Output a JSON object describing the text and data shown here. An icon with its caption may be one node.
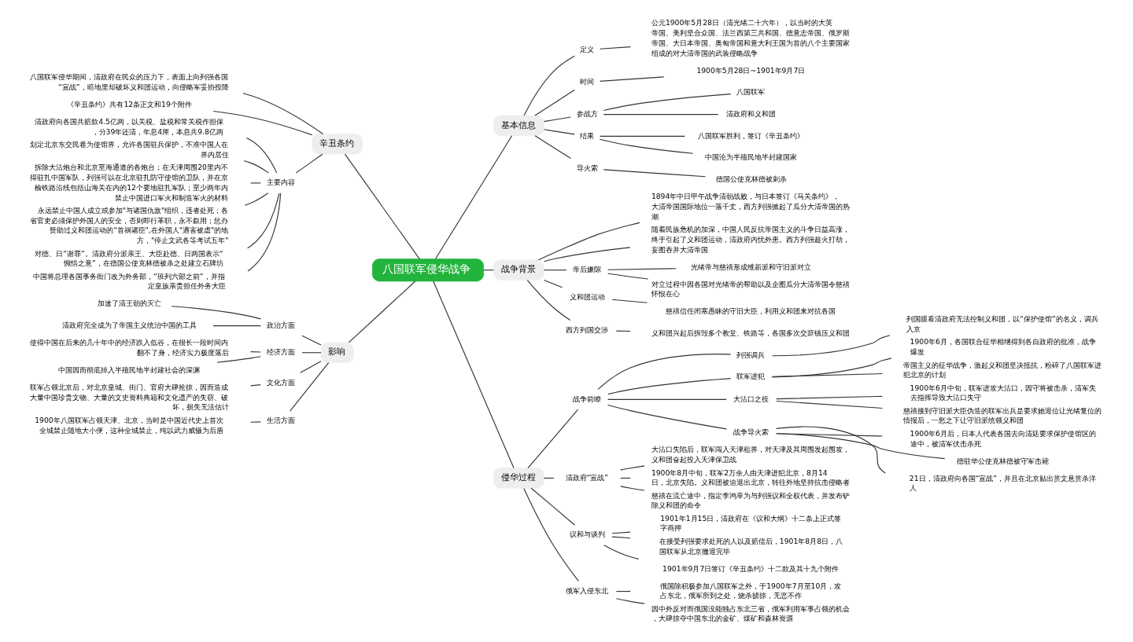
{
  "diagram": {
    "nodes": [
      {
        "text": [
          "八国联军侵华战争"
        ]
      },
      {
        "text": [
          "基本信息"
        ]
      },
      {
        "text": [
          "定义"
        ]
      },
      {
        "text": [
          "公元1900年5月28日（清光绪二十六年），以当时的大英帝国、美利坚合众国、法兰西第三共和国、德意志帝国、俄罗斯帝国、大日本帝国、奥匈帝国和意大利王国为首的八个主要国家组成的对大清帝国的武装侵略战争"
        ]
      },
      {
        "text": [
          "时间"
        ]
      },
      {
        "text": [
          "1900年5月28日~1901年9月7日"
        ]
      },
      {
        "text": [
          "参战方"
        ]
      },
      {
        "text": [
          "八国联军"
        ]
      },
      {
        "text": [
          "清政府和义和团"
        ]
      },
      {
        "text": [
          "结果"
        ]
      },
      {
        "text": [
          "八国联军胜利，签订《辛丑条约》"
        ]
      },
      {
        "text": [
          "中国沦为半殖民地半封建国家"
        ]
      },
      {
        "text": [
          "导火索"
        ]
      },
      {
        "text": [
          "德国公使克林德被刺杀"
        ]
      },
      {
        "text": [
          "战争背景"
        ]
      },
      {
        "text": [
          "1894年中日甲午战争清朝战败，与日本签订《马关条约》，大清帝国国际地位一落千丈，西方列强掀起了瓜分大清帝国的热潮"
        ]
      },
      {
        "text": [
          "随着民族危机的加深，中国人民反抗帝国主义的斗争日益高涨，终于引起了义和团运动，清政府内忧外患。西方列强趁火打劫，妄图吞并大清帝国"
        ]
      },
      {
        "text": [
          "帝后嫌隙"
        ]
      },
      {
        "text": [
          "光绪帝与慈禧形成维新派和守旧派对立"
        ]
      },
      {
        "text": [
          "对立过程中因各国对光绪帝的帮助以及企图瓜分大清帝国令慈禧怀恨在心"
        ]
      },
      {
        "text": [
          "义和团运动"
        ]
      },
      {
        "text": [
          "慈禧信任闭塞愚昧的守旧大臣，利用义和团来对抗各国"
        ]
      },
      {
        "text": [
          "西方列国交涉"
        ]
      },
      {
        "text": [
          "义和团兴起后拆毁多个教堂、铁路等，各国多次交辞镇压义和团"
        ]
      },
      {
        "text": [
          "侵华过程"
        ]
      },
      {
        "text": [
          "战争前瞭"
        ]
      },
      {
        "text": [
          "列强调兵"
        ]
      },
      {
        "text": [
          "列国眼看清政府无法控制义和团，以“保护使馆”的名义，调兵入京"
        ]
      },
      {
        "text": [
          "联军进犯"
        ]
      },
      {
        "text": [
          "1900年6月，各国联合征华相继得到各自政府的批准，战争爆发"
        ]
      },
      {
        "text": [
          "帝国主义的征华战争，激起义和团坚决抵抗，粉碎了八国联军进犯北京的计划"
        ]
      },
      {
        "text": [
          "大沽口之役"
        ]
      },
      {
        "text": [
          "1900年6月中旬，联军进攻大沽口，因守将被击杀，清军失去指挥导致大沽口失守"
        ]
      },
      {
        "text": [
          "慈禧接到守旧派大臣伪造的联军出兵是要求她退位让光绪复位的情报后，一怒之下让守旧派统领义和团"
        ]
      },
      {
        "text": [
          "战争导火索"
        ]
      },
      {
        "text": [
          "1900年6月后，日本人代表各国去向清廷要求保护使馆区的途中，被清军伏击杀死"
        ]
      },
      {
        "text": [
          "德驻华公使克林德被守军击毙"
        ]
      },
      {
        "text": [
          "21日，清政府向各国“宣战”，并且在北京贴出赏文悬赏杀洋人"
        ]
      },
      {
        "text": [
          "清政府“宣战”"
        ]
      },
      {
        "text": [
          "大沽口失陷后，联军闯入天津租界，对天津及其周围发起围攻，义和团奋起投入天津保卫战"
        ]
      },
      {
        "text": [
          "1900年8月中旬，联军2万余人由天津进犯北京，8月14日，北京失陷。义和团被迫退出北京，转往外地坚持抗击侵略者"
        ]
      },
      {
        "text": [
          "慈禧在流亡途中，指定李鸿章为与列强议和全权代表，并发布铲除义和团的命令"
        ]
      },
      {
        "text": [
          "议和与谈判"
        ]
      },
      {
        "text": [
          "1901年1月15日，清政府在《议和大纲》十二条上正式签字画押"
        ]
      },
      {
        "text": [
          "在接受列强要求处死的人以及赔偿后，1901年8月8日，八国联军从北京撤退完毕"
        ]
      },
      {
        "text": [
          "1901年9月7日签订《辛丑条约》十二款及其十九个附件"
        ]
      },
      {
        "text": [
          "俄军入侵东北"
        ]
      },
      {
        "text": [
          "俄国除积极参加八国联军之外，于1900年7月至10月，攻占东北，俄军所到之处，烧杀掳掠，无恶不作"
        ]
      },
      {
        "text": [
          "因中外反对而俄国没能独占东北三省，俄军利用军事占领的机会，大肆掠夺中国东北的金矿、煤矿和森林资源"
        ]
      },
      {
        "text": [
          "辛丑条约"
        ]
      },
      {
        "text": [
          "八国联军侵华期间，清政府在民众的压力下，表面上向列强各国“宣战”，暗地里却破坏义和团运动，向侵略军妥协投降"
        ]
      },
      {
        "text": [
          "《辛丑条约》共有12条正文和19个附件"
        ]
      },
      {
        "text": [
          "主要内容"
        ]
      },
      {
        "text": [
          "清政府向各国共赔款4.5亿两，以关税、盐税和常关税作担保，分39年还清，年息4厘，本息共9.8亿两"
        ]
      },
      {
        "text": [
          "划定北京东交民巷为使馆界，允许各国驻兵保护，不准中国人在界内居住"
        ]
      },
      {
        "text": [
          "拆除大沽炮台和北京至海通道的各炮台；在天津周围20里内不得驻扎中国军队，列强可以在北京驻扎防守使馆的卫队，并在京榆铁路沿线包括山海关在内的12个要地驻扎军队；至少两年内禁止中国进口军火和制造军火的材料"
        ]
      },
      {
        "text": [
          "永远禁止中国人成立或参加\"与诸国仇敌\"组织，违者处死；各省官吏必须保护外国人的安全，否则即行革职，永不叙用；惩办赞助过义和团运动的\"首祸诸臣\",在外国人\"遇害被虐\"的地方，\"停止文武各等考试五年\""
        ]
      },
      {
        "text": [
          "对德、日“谢罪”。清政府分派亲王、大臣赴德、日两国表示“惋惜之意”，在德国公使克林德被杀之处建立石牌坊"
        ]
      },
      {
        "text": [
          "中国将总理各国事务衙门改为外务部，“班列六部之前”，并指定皇族亲贵担任外务大臣"
        ]
      },
      {
        "text": [
          "影响"
        ]
      },
      {
        "text": [
          "政治方面"
        ]
      },
      {
        "text": [
          "加速了清王朝的灭亡"
        ]
      },
      {
        "text": [
          "清政府完全成为了帝国主义统治中国的工具"
        ]
      },
      {
        "text": [
          "经济方面"
        ]
      },
      {
        "text": [
          "使得中国在后来的几十年中的经济跌入低谷，在很长一段时间内翻不了身，经济实力极度落后"
        ]
      },
      {
        "text": [
          "中国因而彻底掉入半殖民地半封建社会的深渊"
        ]
      },
      {
        "text": [
          "文化方面"
        ]
      },
      {
        "text": [
          "联军占领北京后，对北京皇城、街门、官府大肆抢掠，因而造成大量中国珍贵文物、大量的文史资料典籍和文化遗产的失窃、破坏，损失无法估计"
        ]
      },
      {
        "text": [
          "生活方面"
        ]
      },
      {
        "text": [
          "1900年八国联军占领天津、北京，当时是中国近代史上首次全城禁止随地大小便，这种全城禁止，纯以武力威慑为后盾"
        ]
      }
    ],
    "edges": [
      {
        "from": 0,
        "to": 1,
        "arrow": "none"
      },
      {
        "from": 1,
        "to": 2,
        "arrow": "none"
      },
      {
        "from": 2,
        "to": 3,
        "arrow": "none"
      },
      {
        "from": 1,
        "to": 4,
        "arrow": "none"
      },
      {
        "from": 4,
        "to": 5,
        "arrow": "none"
      },
      {
        "from": 1,
        "to": 6,
        "arrow": "none"
      },
      {
        "from": 6,
        "to": 7,
        "arrow": "none"
      },
      {
        "from": 6,
        "to": 8,
        "arrow": "none"
      },
      {
        "from": 1,
        "to": 9,
        "arrow": "none"
      },
      {
        "from": 9,
        "to": 10,
        "arrow": "none"
      },
      {
        "from": 9,
        "to": 11,
        "arrow": "none"
      },
      {
        "from": 1,
        "to": 12,
        "arrow": "none"
      },
      {
        "from": 12,
        "to": 13,
        "arrow": "none"
      },
      {
        "from": 0,
        "to": 14,
        "arrow": "none"
      },
      {
        "from": 14,
        "to": 15,
        "arrow": "none"
      },
      {
        "from": 14,
        "to": 16,
        "arrow": "none"
      },
      {
        "from": 14,
        "to": 17,
        "arrow": "none"
      },
      {
        "from": 17,
        "to": 18,
        "arrow": "none"
      },
      {
        "from": 17,
        "to": 19,
        "arrow": "none"
      },
      {
        "from": 14,
        "to": 20,
        "arrow": "none"
      },
      {
        "from": 20,
        "to": 21,
        "arrow": "none"
      },
      {
        "from": 14,
        "to": 22,
        "arrow": "none"
      },
      {
        "from": 22,
        "to": 23,
        "arrow": "none"
      },
      {
        "from": 0,
        "to": 24,
        "arrow": "none"
      },
      {
        "from": 24,
        "to": 25,
        "arrow": "none"
      },
      {
        "from": 25,
        "to": 26,
        "arrow": "none"
      },
      {
        "from": 26,
        "to": 27,
        "arrow": "none"
      },
      {
        "from": 25,
        "to": 28,
        "arrow": "none"
      },
      {
        "from": 28,
        "to": 29,
        "arrow": "none"
      },
      {
        "from": 28,
        "to": 30,
        "arrow": "none"
      },
      {
        "from": 25,
        "to": 31,
        "arrow": "none"
      },
      {
        "from": 31,
        "to": 32,
        "arrow": "none"
      },
      {
        "from": 31,
        "to": 33,
        "arrow": "none"
      },
      {
        "from": 25,
        "to": 34,
        "arrow": "none"
      },
      {
        "from": 34,
        "to": 35,
        "arrow": "none"
      },
      {
        "from": 34,
        "to": 36,
        "arrow": "none"
      },
      {
        "from": 34,
        "to": 37,
        "arrow": "none"
      },
      {
        "from": 24,
        "to": 38,
        "arrow": "none"
      },
      {
        "from": 38,
        "to": 39,
        "arrow": "none"
      },
      {
        "from": 38,
        "to": 40,
        "arrow": "none"
      },
      {
        "from": 38,
        "to": 41,
        "arrow": "none"
      },
      {
        "from": 24,
        "to": 42,
        "arrow": "none"
      },
      {
        "from": 42,
        "to": 43,
        "arrow": "none"
      },
      {
        "from": 42,
        "to": 44,
        "arrow": "none"
      },
      {
        "from": 42,
        "to": 45,
        "arrow": "none"
      },
      {
        "from": 24,
        "to": 46,
        "arrow": "none"
      },
      {
        "from": 46,
        "to": 47,
        "arrow": "none"
      },
      {
        "from": 46,
        "to": 48,
        "arrow": "none"
      },
      {
        "from": 0,
        "to": 49,
        "arrow": "none"
      },
      {
        "from": 49,
        "to": 50,
        "arrow": "none"
      },
      {
        "from": 49,
        "to": 51,
        "arrow": "none"
      },
      {
        "from": 49,
        "to": 52,
        "arrow": "none"
      },
      {
        "from": 52,
        "to": 53,
        "arrow": "none"
      },
      {
        "from": 52,
        "to": 54,
        "arrow": "none"
      },
      {
        "from": 52,
        "to": 55,
        "arrow": "none"
      },
      {
        "from": 52,
        "to": 56,
        "arrow": "none"
      },
      {
        "from": 52,
        "to": 57,
        "arrow": "none"
      },
      {
        "from": 52,
        "to": 58,
        "arrow": "none"
      },
      {
        "from": 0,
        "to": 59,
        "arrow": "none"
      },
      {
        "from": 59,
        "to": 60,
        "arrow": "none"
      },
      {
        "from": 60,
        "to": 61,
        "arrow": "none"
      },
      {
        "from": 60,
        "to": 62,
        "arrow": "none"
      },
      {
        "from": 59,
        "to": 63,
        "arrow": "none"
      },
      {
        "from": 63,
        "to": 64,
        "arrow": "none"
      },
      {
        "from": 63,
        "to": 65,
        "arrow": "none"
      },
      {
        "from": 59,
        "to": 66,
        "arrow": "none"
      },
      {
        "from": 66,
        "to": 67,
        "arrow": "none"
      },
      {
        "from": 59,
        "to": 68,
        "arrow": "none"
      },
      {
        "from": 68,
        "to": 69,
        "arrow": "none"
      }
    ]
  }
}
